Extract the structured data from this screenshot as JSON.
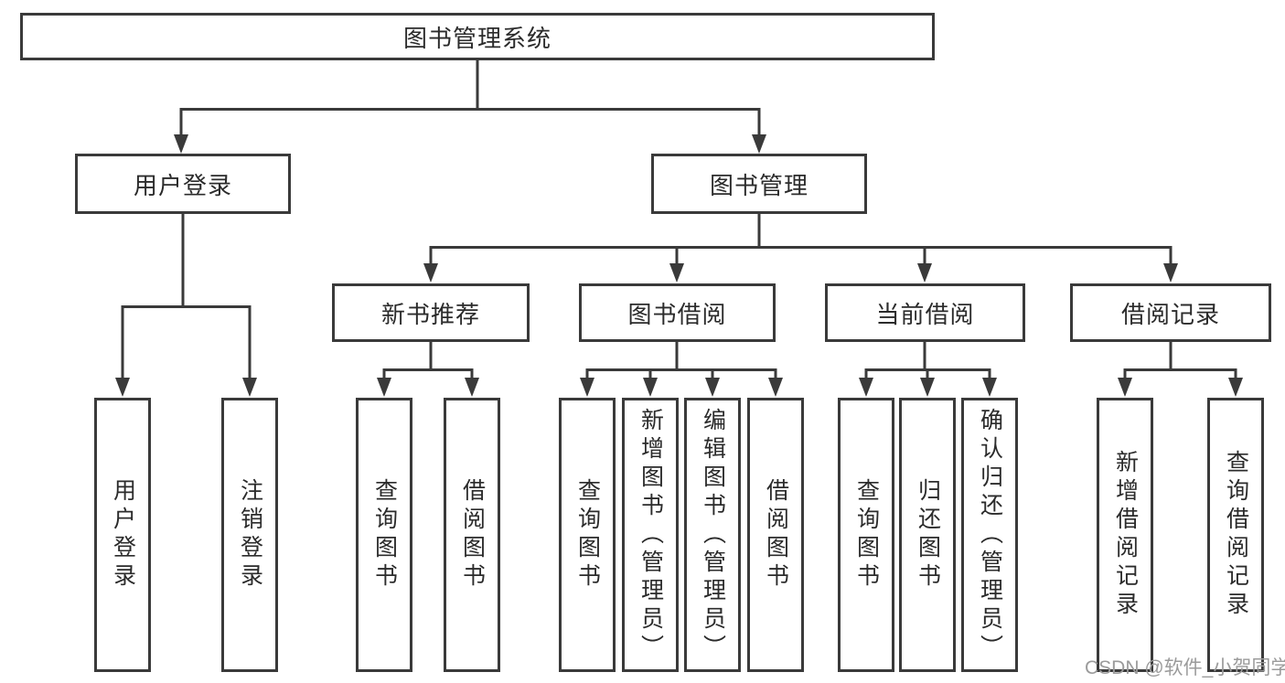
{
  "diagram": {
    "type": "tree",
    "tree": {
      "root": {
        "label": "图书管理系统",
        "children": [
          {
            "label": "用户登录",
            "children": [
              {
                "label": "用户登录"
              },
              {
                "label": "注销登录"
              }
            ]
          },
          {
            "label": "图书管理",
            "children": [
              {
                "label": "新书推荐",
                "children": [
                  {
                    "label": "查询图书"
                  },
                  {
                    "label": "借阅图书"
                  }
                ]
              },
              {
                "label": "图书借阅",
                "children": [
                  {
                    "label": "查询图书"
                  },
                  {
                    "label": "新增图书（管理员）"
                  },
                  {
                    "label": "编辑图书（管理员）"
                  },
                  {
                    "label": "借阅图书"
                  }
                ]
              },
              {
                "label": "当前借阅",
                "children": [
                  {
                    "label": "查询图书"
                  },
                  {
                    "label": "归还图书"
                  },
                  {
                    "label": "确认归还（管理员）"
                  }
                ]
              },
              {
                "label": "借阅记录",
                "children": [
                  {
                    "label": "新增借阅记录"
                  },
                  {
                    "label": "查询借阅记录"
                  }
                ]
              }
            ]
          }
        ]
      }
    }
  },
  "watermark": {
    "text": "CSDN @软件_小贺同学"
  },
  "colors": {
    "line": "#3a3a3a",
    "text": "#2b2b2b",
    "background": "#ffffff",
    "watermark": "#9b9b9b"
  }
}
